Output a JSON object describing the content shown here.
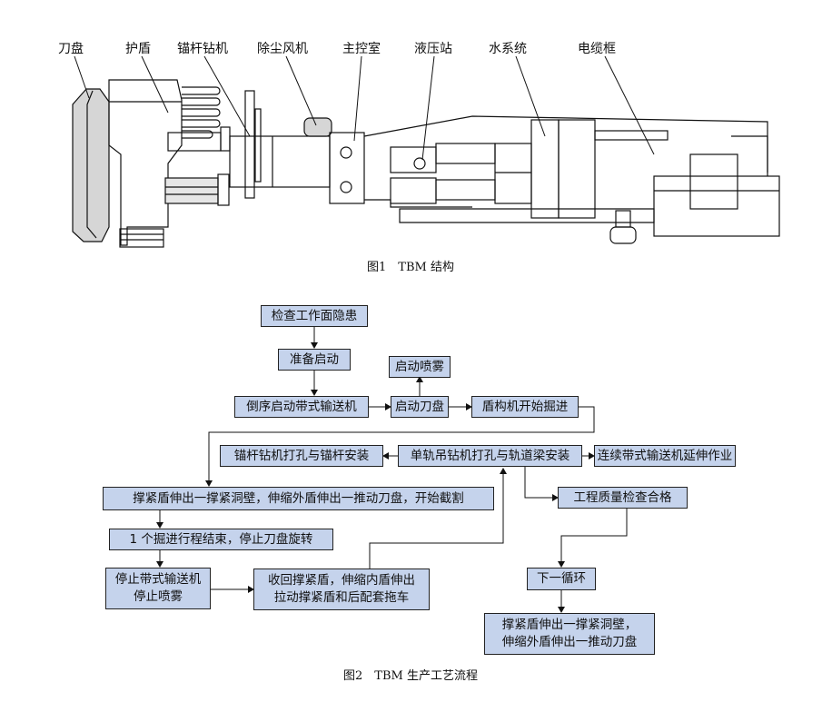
{
  "figure1": {
    "caption": "图1　TBM 结构",
    "labels": {
      "cutterhead": "刀盘",
      "shield": "护盾",
      "anchor_drill": "锚杆钻机",
      "dust_fan": "除尘风机",
      "control_room": "主控室",
      "hydraulic_station": "液压站",
      "water_system": "水系统",
      "cable_frame": "电缆框"
    }
  },
  "figure2": {
    "caption": "图2　TBM 生产工艺流程",
    "boxes": {
      "check_face": "检查工作面隐患",
      "prepare_start": "准备启动",
      "start_spray": "启动喷雾",
      "reverse_start_conveyor": "倒序启动带式输送机",
      "start_cutter": "启动刀盘",
      "shield_start": "盾构机开始掘进",
      "anchor_install": "锚杆钻机打孔与锚杆安装",
      "monorail_drill": "单轨吊钻机打孔与轨道梁安装",
      "conveyor_extend": "连续带式输送机延伸作业",
      "brace_extend_cut": "撑紧盾伸出一撑紧洞壁，伸缩外盾伸出一推动刀盘，开始截割",
      "quality_check": "工程质量检查合格",
      "stroke_end": "1 个掘进行程结束，停止刀盘旋转",
      "stop_line1": "停止带式输送机",
      "stop_line2": "停止喷雾",
      "retract_line1": "收回撑紧盾，伸缩内盾伸出",
      "retract_line2": "拉动撑紧盾和后配套拖车",
      "next_cycle": "下一循环",
      "final_line1": "撑紧盾伸出一撑紧洞壁，",
      "final_line2": "伸缩外盾伸出一推动刀盘"
    }
  }
}
